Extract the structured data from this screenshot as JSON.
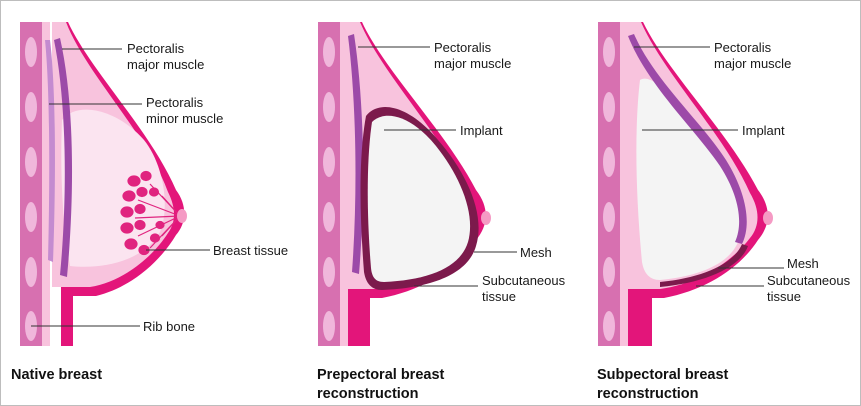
{
  "colors": {
    "rib_wall": "#d770b0",
    "rib_bone": "#f0b7db",
    "skin": "#e3157a",
    "breast_fill": "#f8c3dd",
    "tissue_fill": "#fbe4f0",
    "implant_fill": "#f4f4f4",
    "muscle": "#9c4aa8",
    "muscle_light": "#c48bd0",
    "mesh": "#7c1a4c",
    "lobules": "#e0247f",
    "nipple": "#f59ac4"
  },
  "panels": [
    {
      "caption_lines": [
        "Native breast"
      ],
      "labels": [
        {
          "lines": [
            "Pectoralis",
            "major muscle"
          ]
        },
        {
          "lines": [
            "Pectoralis",
            "minor muscle"
          ]
        },
        {
          "lines": [
            "Breast tissue"
          ]
        },
        {
          "lines": [
            "Rib bone"
          ]
        }
      ]
    },
    {
      "caption_lines": [
        "Prepectoral breast",
        "reconstruction"
      ],
      "labels": [
        {
          "lines": [
            "Pectoralis",
            "major muscle"
          ]
        },
        {
          "lines": [
            "Implant"
          ]
        },
        {
          "lines": [
            "Mesh"
          ]
        },
        {
          "lines": [
            "Subcutaneous",
            "tissue"
          ]
        }
      ]
    },
    {
      "caption_lines": [
        "Subpectoral breast",
        "reconstruction"
      ],
      "labels": [
        {
          "lines": [
            "Pectoralis",
            "major muscle"
          ]
        },
        {
          "lines": [
            "Implant"
          ]
        },
        {
          "lines": [
            "Mesh"
          ]
        },
        {
          "lines": [
            "Subcutaneous",
            "tissue"
          ]
        }
      ]
    }
  ]
}
